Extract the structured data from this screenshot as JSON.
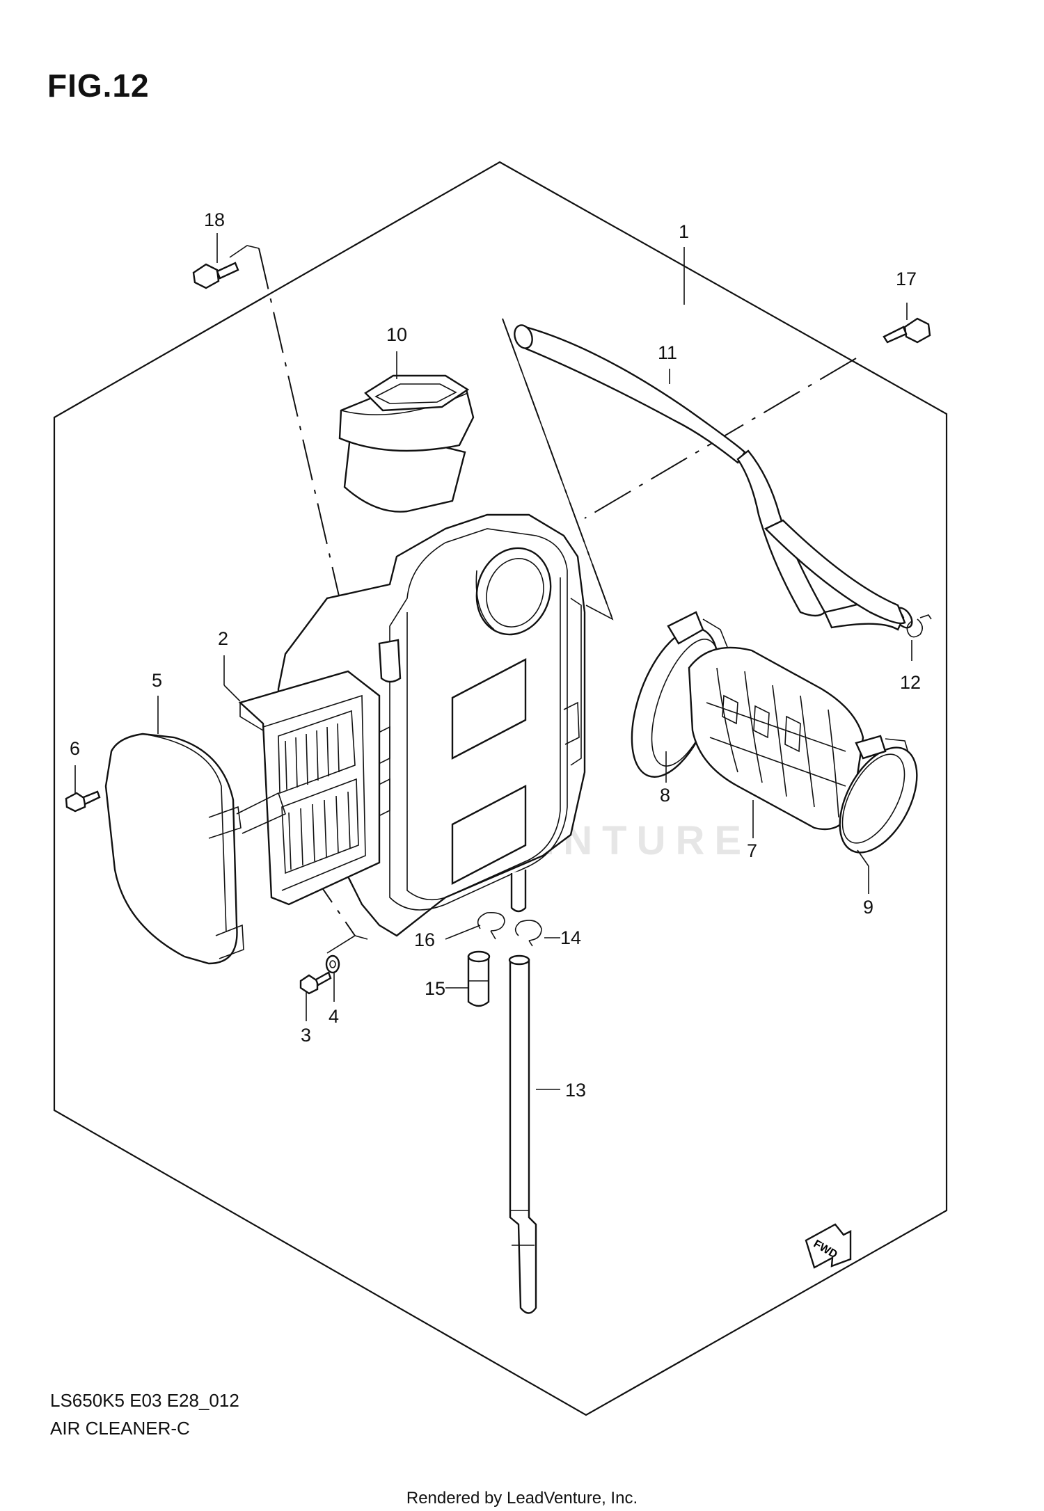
{
  "figure": {
    "title": "FIG.12",
    "model_code": "LS650K5 E03 E28_012",
    "section_name": "AIR CLEANER-C",
    "footer": "Rendered by LeadVenture, Inc.",
    "watermark": "LEADVENTURE",
    "fwd_label": "FWD"
  },
  "callouts": [
    {
      "id": "1",
      "label": "1"
    },
    {
      "id": "2",
      "label": "2"
    },
    {
      "id": "3",
      "label": "3"
    },
    {
      "id": "4",
      "label": "4"
    },
    {
      "id": "5",
      "label": "5"
    },
    {
      "id": "6",
      "label": "6"
    },
    {
      "id": "7",
      "label": "7"
    },
    {
      "id": "8",
      "label": "8"
    },
    {
      "id": "9",
      "label": "9"
    },
    {
      "id": "10",
      "label": "10"
    },
    {
      "id": "11",
      "label": "11"
    },
    {
      "id": "12",
      "label": "12"
    },
    {
      "id": "13",
      "label": "13"
    },
    {
      "id": "14",
      "label": "14"
    },
    {
      "id": "15",
      "label": "15"
    },
    {
      "id": "16",
      "label": "16"
    },
    {
      "id": "17",
      "label": "17"
    },
    {
      "id": "18",
      "label": "18"
    }
  ]
}
